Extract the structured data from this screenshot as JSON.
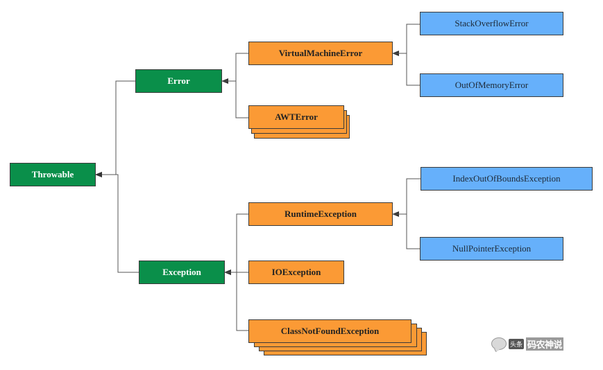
{
  "root": {
    "label": "Throwable"
  },
  "error": {
    "label": "Error"
  },
  "exception": {
    "label": "Exception"
  },
  "error_children": {
    "virtual_machine_error": "VirtualMachineError",
    "awt_error": "AWTError"
  },
  "vm_error_children": {
    "stack_overflow_error": "StackOverflowError",
    "out_of_memory_error": "OutOfMemoryError"
  },
  "exception_children": {
    "runtime_exception": "RuntimeException",
    "io_exception": "IOException",
    "class_not_found_exception": "ClassNotFoundException"
  },
  "runtime_children": {
    "index_out_of_bounds_exception": "IndexOutOfBoundsException",
    "null_pointer_exception": "NullPointerException"
  },
  "colors": {
    "green": "#0a8f4a",
    "orange": "#fb9a35",
    "blue": "#66b0fb",
    "line": "#555555"
  },
  "watermark": {
    "tag": "头条",
    "name": "码农神说"
  }
}
